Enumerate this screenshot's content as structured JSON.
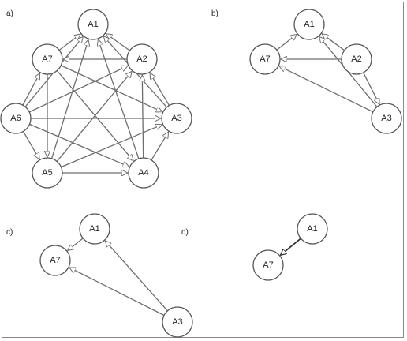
{
  "panels": [
    {
      "id": "a",
      "label": "a)",
      "nodes": [
        "A1",
        "A2",
        "A3",
        "A4",
        "A5",
        "A6",
        "A7"
      ],
      "edges": [
        [
          "A2",
          "A1"
        ],
        [
          "A3",
          "A1"
        ],
        [
          "A4",
          "A1"
        ],
        [
          "A5",
          "A1"
        ],
        [
          "A6",
          "A1"
        ],
        [
          "A7",
          "A1"
        ],
        [
          "A3",
          "A2"
        ],
        [
          "A4",
          "A2"
        ],
        [
          "A5",
          "A2"
        ],
        [
          "A6",
          "A2"
        ],
        [
          "A2",
          "A7"
        ],
        [
          "A4",
          "A3"
        ],
        [
          "A5",
          "A3"
        ],
        [
          "A6",
          "A3"
        ],
        [
          "A7",
          "A3"
        ],
        [
          "A5",
          "A4"
        ],
        [
          "A6",
          "A4"
        ],
        [
          "A7",
          "A4"
        ],
        [
          "A6",
          "A5"
        ],
        [
          "A7",
          "A5"
        ],
        [
          "A6",
          "A7"
        ]
      ]
    },
    {
      "id": "b",
      "label": "b)",
      "nodes": [
        "A1",
        "A7",
        "A2",
        "A3"
      ],
      "edges": [
        [
          "A7",
          "A1"
        ],
        [
          "A2",
          "A1"
        ],
        [
          "A3",
          "A1"
        ],
        [
          "A2",
          "A7"
        ],
        [
          "A3",
          "A7"
        ],
        [
          "A2",
          "A3"
        ]
      ]
    },
    {
      "id": "c",
      "label": "c)",
      "nodes": [
        "A1",
        "A7",
        "A3"
      ],
      "edges": [
        [
          "A1",
          "A7"
        ],
        [
          "A3",
          "A1"
        ],
        [
          "A3",
          "A7"
        ]
      ]
    },
    {
      "id": "d",
      "label": "d)",
      "nodes": [
        "A1",
        "A7"
      ],
      "edges": [
        [
          "A1",
          "A7"
        ]
      ]
    }
  ]
}
